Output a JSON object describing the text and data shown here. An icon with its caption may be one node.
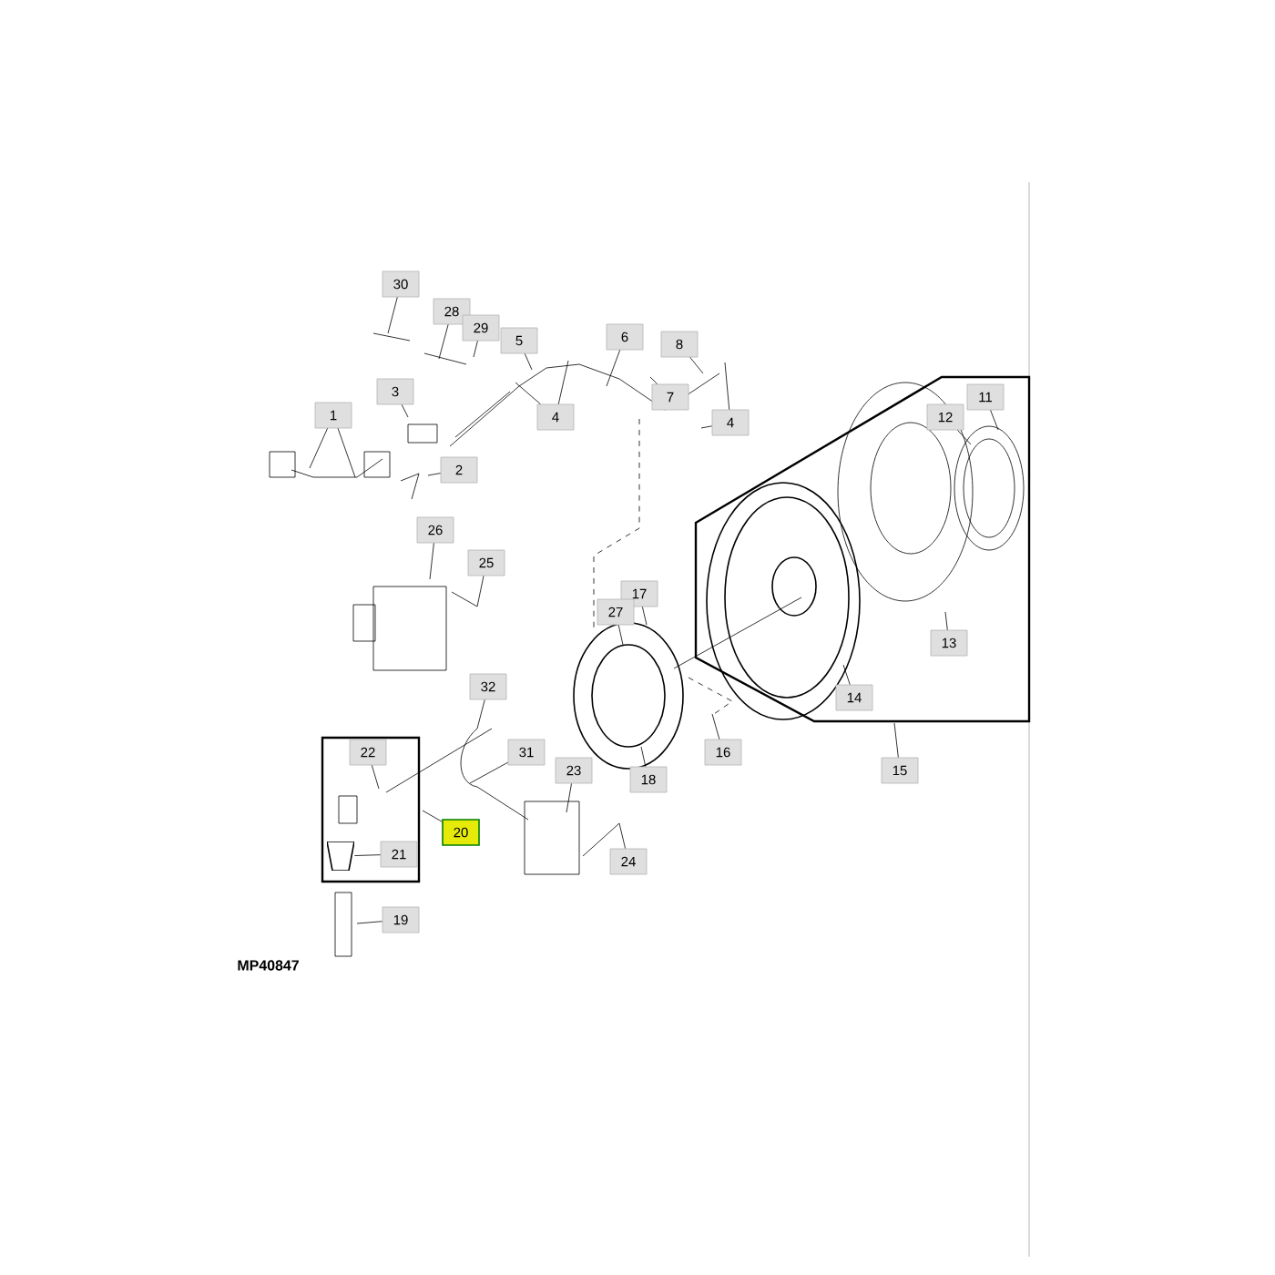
{
  "diagram": {
    "nodes": [
      {
        "text": [
          "30"
        ]
      },
      {
        "text": [
          "28"
        ]
      },
      {
        "text": [
          "29"
        ]
      },
      {
        "text": [
          "5"
        ]
      },
      {
        "text": [
          "6"
        ]
      },
      {
        "text": [
          "8"
        ]
      },
      {
        "text": [
          "11"
        ]
      },
      {
        "text": [
          "12"
        ]
      },
      {
        "text": [
          "3"
        ]
      },
      {
        "text": [
          "7"
        ]
      },
      {
        "text": [
          "1"
        ]
      },
      {
        "text": [
          "4"
        ]
      },
      {
        "text": [
          "4"
        ]
      },
      {
        "text": [
          "2"
        ]
      },
      {
        "text": [
          "26"
        ]
      },
      {
        "text": [
          "25"
        ]
      },
      {
        "text": [
          "17"
        ]
      },
      {
        "text": [
          "27"
        ]
      },
      {
        "text": [
          "13"
        ]
      },
      {
        "text": [
          "32"
        ]
      },
      {
        "text": [
          "14"
        ]
      },
      {
        "text": [
          "16"
        ]
      },
      {
        "text": [
          "15"
        ]
      },
      {
        "text": [
          "22"
        ]
      },
      {
        "text": [
          "31"
        ]
      },
      {
        "text": [
          "23"
        ]
      },
      {
        "text": [
          "18"
        ]
      },
      {
        "text": [
          "20"
        ]
      },
      {
        "text": [
          "21"
        ]
      },
      {
        "text": [
          "24"
        ]
      },
      {
        "text": [
          "19"
        ]
      },
      {
        "text": [],
        "shape": "picture"
      }
    ],
    "edges": [
      {
        "from": 0,
        "to": null,
        "arrow": "none"
      },
      {
        "from": 1,
        "to": null,
        "arrow": "none"
      },
      {
        "from": 2,
        "to": null,
        "arrow": "none"
      },
      {
        "from": 3,
        "to": null,
        "arrow": "none"
      },
      {
        "from": 4,
        "to": null,
        "arrow": "none"
      },
      {
        "from": 5,
        "to": null,
        "arrow": "none"
      },
      {
        "from": 6,
        "to": null,
        "arrow": "none"
      },
      {
        "from": 7,
        "to": null,
        "arrow": "none"
      },
      {
        "from": 8,
        "to": null,
        "arrow": "none"
      },
      {
        "from": 9,
        "to": null,
        "arrow": "none"
      },
      {
        "from": 10,
        "to": null,
        "arrow": "none"
      },
      {
        "from": 10,
        "to": null,
        "arrow": "none"
      },
      {
        "from": 11,
        "to": null,
        "arrow": "none"
      },
      {
        "from": 11,
        "to": null,
        "arrow": "none"
      },
      {
        "from": 12,
        "to": null,
        "arrow": "none"
      },
      {
        "from": 12,
        "to": null,
        "arrow": "none"
      },
      {
        "from": 13,
        "to": null,
        "arrow": "none"
      },
      {
        "from": 14,
        "to": null,
        "arrow": "none"
      },
      {
        "from": 15,
        "to": null,
        "arrow": "none"
      },
      {
        "from": 16,
        "to": null,
        "arrow": "none"
      },
      {
        "from": 17,
        "to": null,
        "arrow": "none"
      },
      {
        "from": 18,
        "to": null,
        "arrow": "none"
      },
      {
        "from": 19,
        "to": null,
        "arrow": "none"
      },
      {
        "from": 20,
        "to": null,
        "arrow": "none"
      },
      {
        "from": 21,
        "to": null,
        "arrow": "none"
      },
      {
        "from": 22,
        "to": null,
        "arrow": "none"
      },
      {
        "from": 23,
        "to": null,
        "arrow": "none"
      },
      {
        "from": 24,
        "to": null,
        "arrow": "none"
      },
      {
        "from": 25,
        "to": null,
        "arrow": "none"
      },
      {
        "from": 26,
        "to": null,
        "arrow": "none"
      },
      {
        "from": 27,
        "to": null,
        "arrow": "none"
      },
      {
        "from": 28,
        "to": 31,
        "arrow": "none"
      },
      {
        "from": 29,
        "to": null,
        "arrow": "none"
      },
      {
        "from": 30,
        "to": null,
        "arrow": "none"
      }
    ],
    "labels": [
      "MP40847"
    ]
  }
}
